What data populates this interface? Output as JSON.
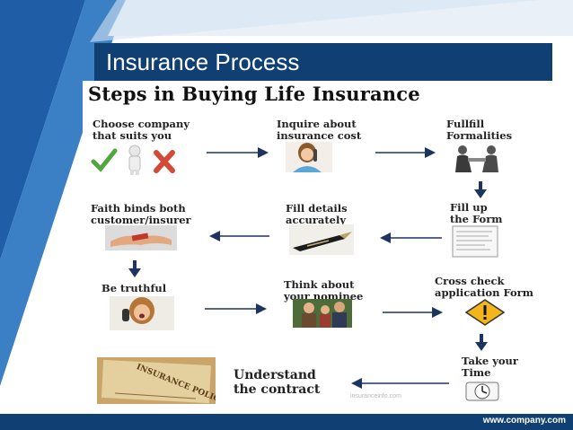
{
  "slide": {
    "title": "Insurance Process",
    "heading": "Steps in Buying Life Insurance",
    "footer_url": "www.company.com",
    "watermark": "insuranceinfo.com"
  },
  "steps": [
    {
      "line1": "Choose company",
      "line2": "that suits you",
      "icon": "check-person-cross-icon"
    },
    {
      "line1": "Inquire about",
      "line2": "insurance cost",
      "icon": "woman-on-phone-icon"
    },
    {
      "line1": "Fullfill",
      "line2": "Formalities",
      "icon": "handshake-icon"
    },
    {
      "line1": "Fill up",
      "line2": "the Form",
      "icon": "form-document-icon"
    },
    {
      "line1": "Fill details",
      "line2": "accurately",
      "icon": "fountain-pen-icon"
    },
    {
      "line1": "Faith binds both",
      "line2": "customer/insurer",
      "icon": "shaking-hands-icon"
    },
    {
      "line1": "Be truthful",
      "line2": "",
      "icon": "shouting-woman-icon"
    },
    {
      "line1": "Think about",
      "line2": "your nominee",
      "icon": "family-icon"
    },
    {
      "line1": "Cross check",
      "line2": "application Form",
      "icon": "warning-sign-icon"
    },
    {
      "line1": "Take your",
      "line2": "Time",
      "icon": "clock-icon"
    },
    {
      "line1": "Understand",
      "line2": "the contract",
      "icon": "insurance-policy-icon"
    }
  ],
  "policy_image_text": "INSURANCE POLICY",
  "colors": {
    "brand_blue": "#103f74",
    "arrow": "#1d3461",
    "band": "#2c70b8"
  }
}
